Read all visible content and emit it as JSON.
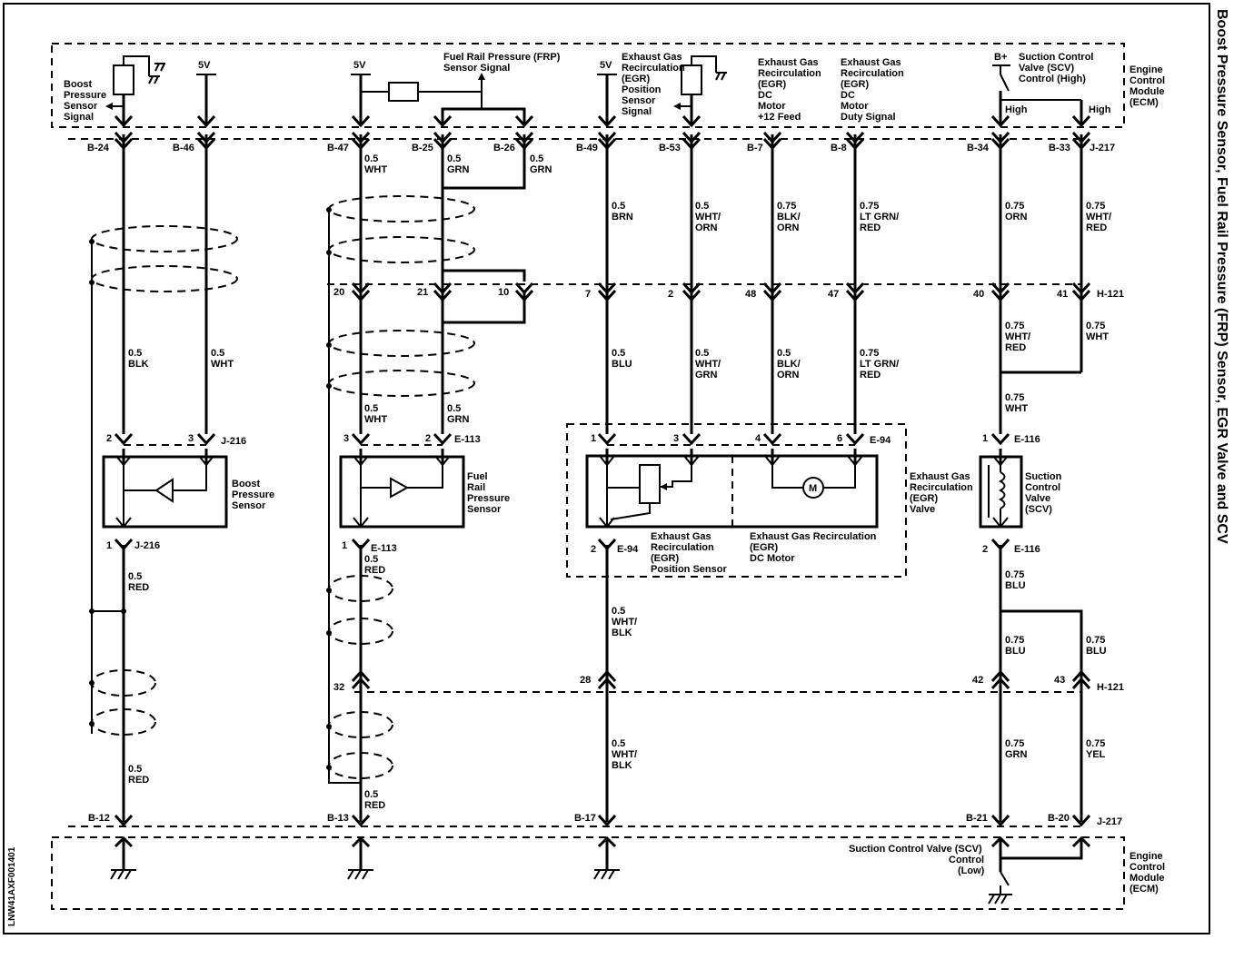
{
  "title": "Boost Pressure Sensor, Fuel Rail Pressure (FRP) Sensor, EGR Valve and SCV",
  "code": "LNW41AXF001401",
  "ecm_label": [
    "Engine",
    "Control",
    "Module",
    "(ECM)"
  ],
  "top": {
    "boost_signal": [
      "Boost",
      "Pressure",
      "Sensor",
      "Signal"
    ],
    "five_v": "5V",
    "frp_signal": [
      "Fuel Rail Pressure (FRP)",
      "Sensor Signal"
    ],
    "egr_pos": [
      "Exhaust Gas",
      "Recirculation",
      "(EGR)",
      "Position",
      "Sensor",
      "Signal"
    ],
    "egr_feed": [
      "Exhaust Gas",
      "Recirculation",
      "(EGR)",
      "DC",
      "Motor",
      "+12 Feed"
    ],
    "egr_duty": [
      "Exhaust Gas",
      "Recirculation",
      "(EGR)",
      "DC",
      "Motor",
      "Duty Signal"
    ],
    "bplus": "B+",
    "scv_high": [
      "Suction Control",
      "Valve (SCV)",
      "Control (High)"
    ],
    "high": "High"
  },
  "pins_b": [
    "B-24",
    "B-46",
    "B-47",
    "B-25",
    "B-26",
    "B-49",
    "B-53",
    "B-7",
    "B-8",
    "B-34",
    "B-33",
    "J-217"
  ],
  "wires_top": [
    [
      "0.5",
      "WHT"
    ],
    [
      "0.5",
      "GRN"
    ],
    [
      "0.5",
      "GRN"
    ],
    [
      "0.5",
      "BRN"
    ],
    [
      "0.5",
      "WHT/",
      "ORN"
    ],
    [
      "0.75",
      "BLK/",
      "ORN"
    ],
    [
      "0.75",
      "LT GRN/",
      "RED"
    ],
    [
      "0.75",
      "ORN"
    ],
    [
      "0.75",
      "WHT/",
      "RED"
    ]
  ],
  "pins_h121_top": [
    "20",
    "21",
    "10",
    "7",
    "2",
    "48",
    "47",
    "40",
    "41",
    "H-121"
  ],
  "wires_mid": [
    [
      "0.5",
      "BLK"
    ],
    [
      "0.5",
      "WHT"
    ],
    [
      "0.5",
      "BLU"
    ],
    [
      "0.5",
      "WHT/",
      "GRN"
    ],
    [
      "0.5",
      "BLK/",
      "ORN"
    ],
    [
      "0.75",
      "LT GRN/",
      "RED"
    ],
    [
      "0.75",
      "WHT/",
      "RED"
    ],
    [
      "0.75",
      "WHT"
    ],
    [
      "0.5",
      "WHT"
    ],
    [
      "0.5",
      "GRN"
    ],
    [
      "0.75",
      "WHT"
    ]
  ],
  "sensor_pins": [
    "2",
    "3",
    "J-216",
    "3",
    "2",
    "E-113",
    "1",
    "3",
    "4",
    "6",
    "E-94",
    "1",
    "E-116"
  ],
  "components": {
    "boost": [
      "Boost",
      "Pressure",
      "Sensor"
    ],
    "frp": [
      "Fuel",
      "Rail",
      "Pressure",
      "Sensor"
    ],
    "egr_valve": [
      "Exhaust Gas",
      "Recirculation",
      "(EGR)",
      "Valve"
    ],
    "egr_pos": [
      "Exhaust Gas",
      "Recirculation",
      "(EGR)",
      "Position Sensor"
    ],
    "egr_motor": [
      "Exhaust Gas Recirculation",
      "(EGR)",
      "DC Motor"
    ],
    "scv": [
      "Suction",
      "Control",
      "Valve",
      "(SCV)"
    ],
    "motor_symbol": "M"
  },
  "lower_pins": [
    "1",
    "J-216",
    "1",
    "E-113",
    "2",
    "E-94",
    "2",
    "E-116"
  ],
  "wires_low": [
    [
      "0.5",
      "RED"
    ],
    [
      "0.5",
      "RED"
    ],
    [
      "0.5",
      "WHT/",
      "BLK"
    ],
    [
      "0.75",
      "BLU"
    ],
    [
      "0.75",
      "BLU"
    ],
    [
      "0.75",
      "BLU"
    ]
  ],
  "pins_h121_bot": [
    "32",
    "28",
    "42",
    "43",
    "H-121"
  ],
  "wires_bot": [
    [
      "0.5",
      "RED"
    ],
    [
      "0.5",
      "WHT/",
      "BLK"
    ],
    [
      "0.75",
      "GRN"
    ],
    [
      "0.75",
      "YEL"
    ],
    [
      "0.5",
      "RED"
    ]
  ],
  "pins_b_bot": [
    "B-12",
    "B-13",
    "B-17",
    "B-21",
    "B-20",
    "J-217"
  ],
  "scv_low": [
    "Suction Control Valve (SCV)",
    "Control",
    "(Low)"
  ]
}
